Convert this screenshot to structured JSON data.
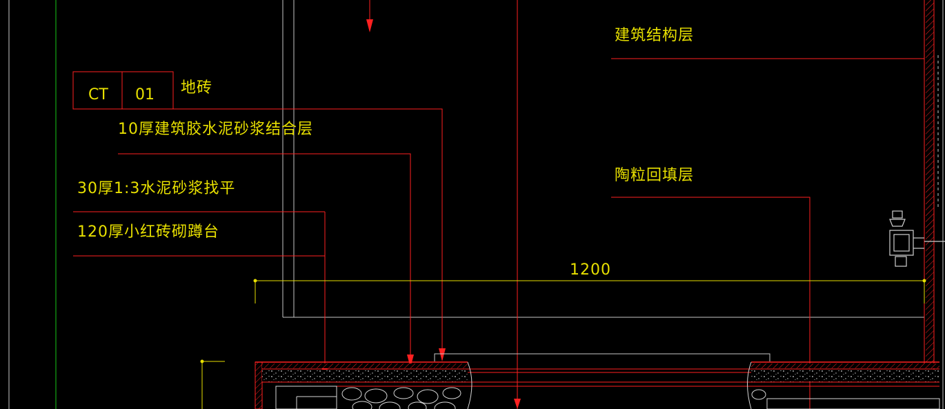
{
  "drawing": {
    "colors": {
      "background": "#000000",
      "leader": "#ff2020",
      "text": "#e8e000",
      "outline": "#c8c8c8",
      "green_line": "#18c818",
      "hatch": "#d8d8d8"
    },
    "tag": {
      "code": "CT",
      "number": "01",
      "material": "地砖"
    },
    "layers": [
      "10厚建筑胶水泥砂浆结合层",
      "30厚1:3水泥砂浆找平",
      "120厚小红砖砌蹲台"
    ],
    "right_labels": {
      "structure": "建筑结构层",
      "fill": "陶粒回填层"
    },
    "dimension": {
      "value": "1200"
    }
  }
}
